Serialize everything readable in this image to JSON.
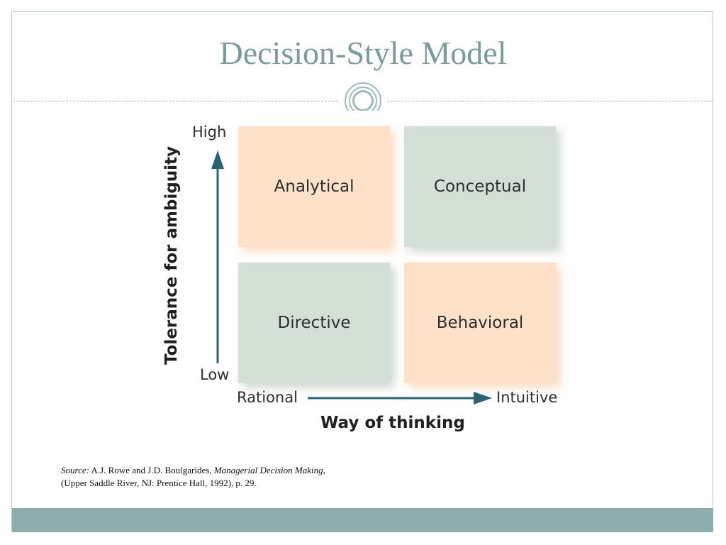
{
  "slide": {
    "title": "Decision-Style Model",
    "colors": {
      "title": "#7b9a9a",
      "divider": "#9fb8b8",
      "footer_band": "#8eadad",
      "arrow": "#2a6373"
    }
  },
  "diagram": {
    "quadrants": [
      {
        "label": "Analytical",
        "fill": "#fde1c8"
      },
      {
        "label": "Conceptual",
        "fill": "#d4e0d6"
      },
      {
        "label": "Directive",
        "fill": "#d4e0d6"
      },
      {
        "label": "Behavioral",
        "fill": "#fde1c8"
      }
    ],
    "y_axis": {
      "title": "Tolerance for ambiguity",
      "high_label": "High",
      "low_label": "Low"
    },
    "x_axis": {
      "title": "Way of thinking",
      "left_label": "Rational",
      "right_label": "Intuitive"
    }
  },
  "source": {
    "prefix": "Source:",
    "authors": " A.J. Rowe and J.D. Boulgarides, ",
    "book_title": "Managerial Decision Making",
    "details": ", (Upper Saddle River, NJ: Prentice Hall, 1992), p. 29."
  }
}
